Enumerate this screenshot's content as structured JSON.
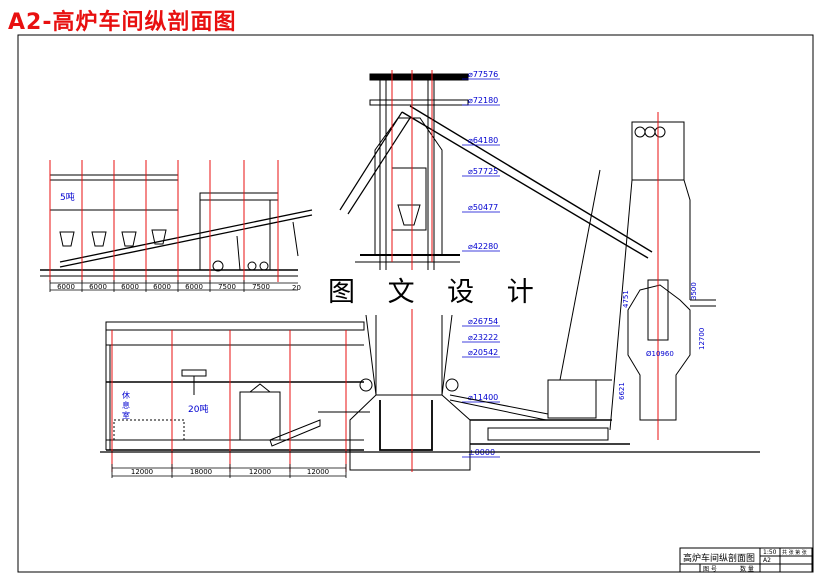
{
  "title": "A2-高炉车间纵剖面图",
  "watermark": "图 文 设 计",
  "elevations": [
    "77576",
    "72180",
    "64180",
    "57725",
    "50477",
    "42280",
    "26754",
    "23222",
    "20542",
    "11400",
    "±0000"
  ],
  "labels": {
    "ton5": "5吨",
    "ton20": "20吨",
    "rest_room": [
      "休",
      "息",
      "室"
    ],
    "d_top": "Ø10960",
    "d_mid": "12700",
    "v1": "4751",
    "v2": "3500",
    "v3": "6621",
    "v4": "20"
  },
  "dims_top": [
    "6000",
    "6000",
    "6000",
    "6000",
    "6000",
    "7500",
    "7500"
  ],
  "dims_bottom": [
    "12000",
    "18000",
    "12000",
    "12000"
  ],
  "title_block": {
    "name": "高炉车间纵剖面图",
    "scale": "1:50",
    "sheet": "共 张 第 张",
    "size": "A2",
    "row2a": "图 号",
    "row2b": "数 量"
  },
  "colors": {
    "line": "#000000",
    "accent": "#e81010",
    "dim": "#0000d0"
  }
}
